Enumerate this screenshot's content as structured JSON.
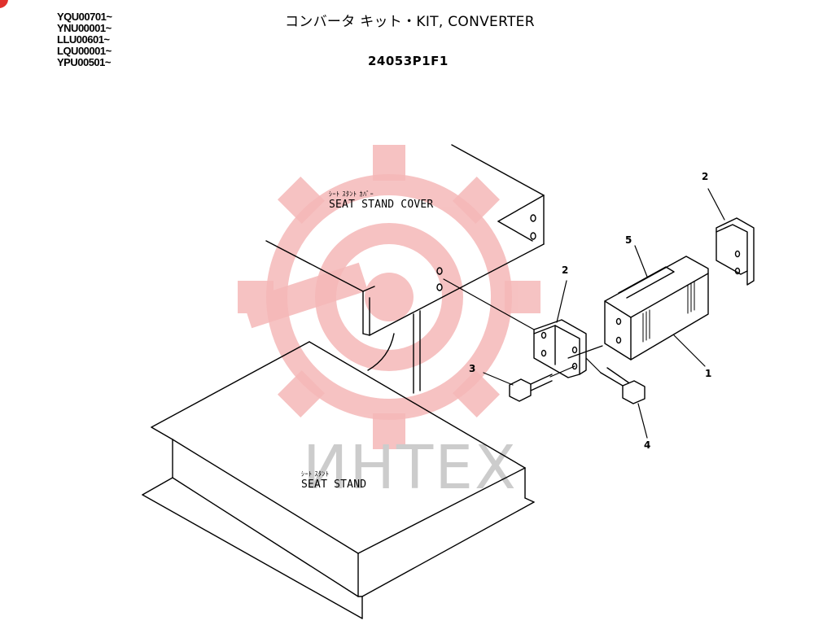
{
  "serial_numbers": [
    "YQU00701~",
    "YNU00001~",
    "LLU00601~",
    "LQU00001~",
    "YPU00501~"
  ],
  "title": "コンバータ キット・KIT, CONVERTER",
  "part_number": "24053P1F1",
  "labels": {
    "seat_stand_cover_jp": "ｼｰﾄ ｽﾀﾝﾄ ｶﾊﾞｰ",
    "seat_stand_cover": "SEAT STAND COVER",
    "seat_stand_jp": "ｼｰﾄ ｽﾀﾝﾄ",
    "seat_stand": "SEAT STAND"
  },
  "callouts": [
    "2",
    "5",
    "2",
    "3",
    "1",
    "4"
  ],
  "watermark_text": "ИНТЕХ",
  "colors": {
    "line": "#000000",
    "watermark_logo": "#f5b8b8",
    "watermark_text": "#cccccc",
    "corner_mark": "#e0312c"
  }
}
